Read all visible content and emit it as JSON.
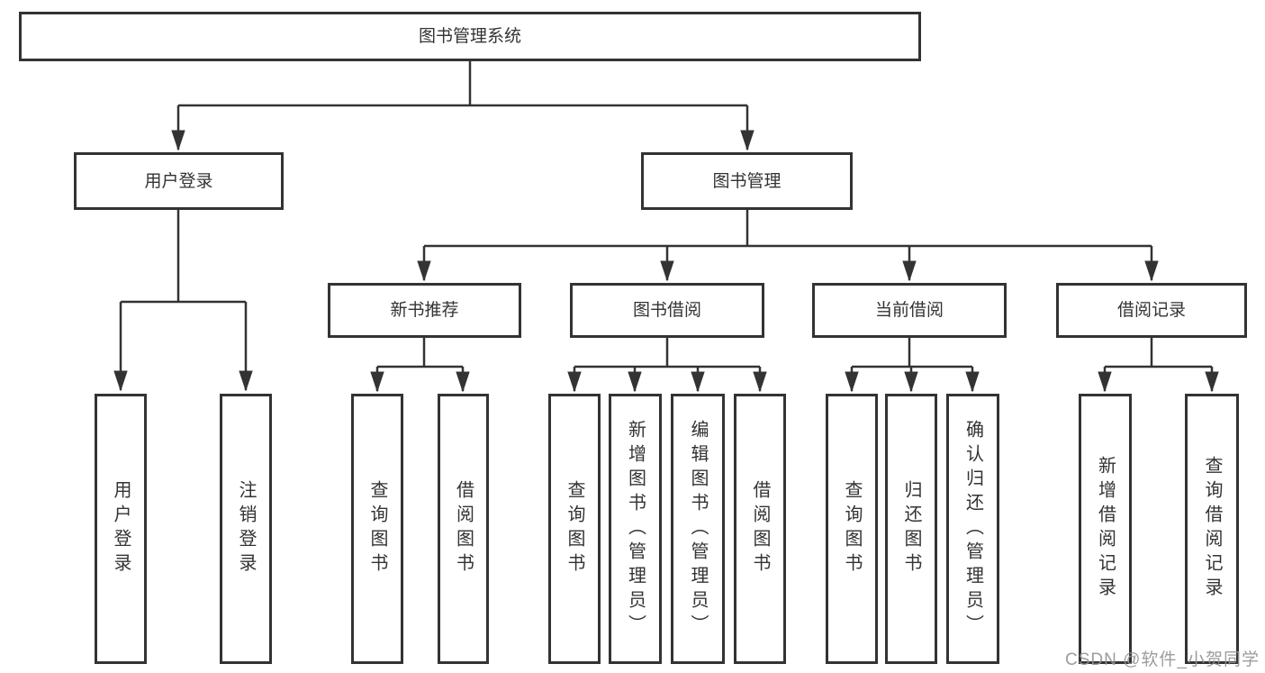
{
  "diagram": {
    "title": "图书管理系统",
    "type": "function-structure-tree"
  },
  "tree": {
    "label": "图书管理系统",
    "children": [
      {
        "label": "用户登录",
        "children": [
          {
            "label": "用户登录"
          },
          {
            "label": "注销登录"
          }
        ]
      },
      {
        "label": "图书管理",
        "children": [
          {
            "label": "新书推荐",
            "children": [
              {
                "label": "查询图书"
              },
              {
                "label": "借阅图书"
              }
            ]
          },
          {
            "label": "图书借阅",
            "children": [
              {
                "label": "查询图书"
              },
              {
                "label": "新增图书（管理员）"
              },
              {
                "label": "编辑图书（管理员）"
              },
              {
                "label": "借阅图书"
              }
            ]
          },
          {
            "label": "当前借阅",
            "children": [
              {
                "label": "查询图书"
              },
              {
                "label": "归还图书"
              },
              {
                "label": "确认归还（管理员）"
              }
            ]
          },
          {
            "label": "借阅记录",
            "children": [
              {
                "label": "新增借阅记录"
              },
              {
                "label": "查询借阅记录"
              }
            ]
          }
        ]
      }
    ]
  },
  "watermark": "CSDN @软件_小贺同学",
  "colors": {
    "line": "#333333",
    "box_border": "#333333",
    "box_fill": "#ffffff",
    "text": "#333333",
    "watermark": "#919191",
    "background": "#ffffff"
  }
}
